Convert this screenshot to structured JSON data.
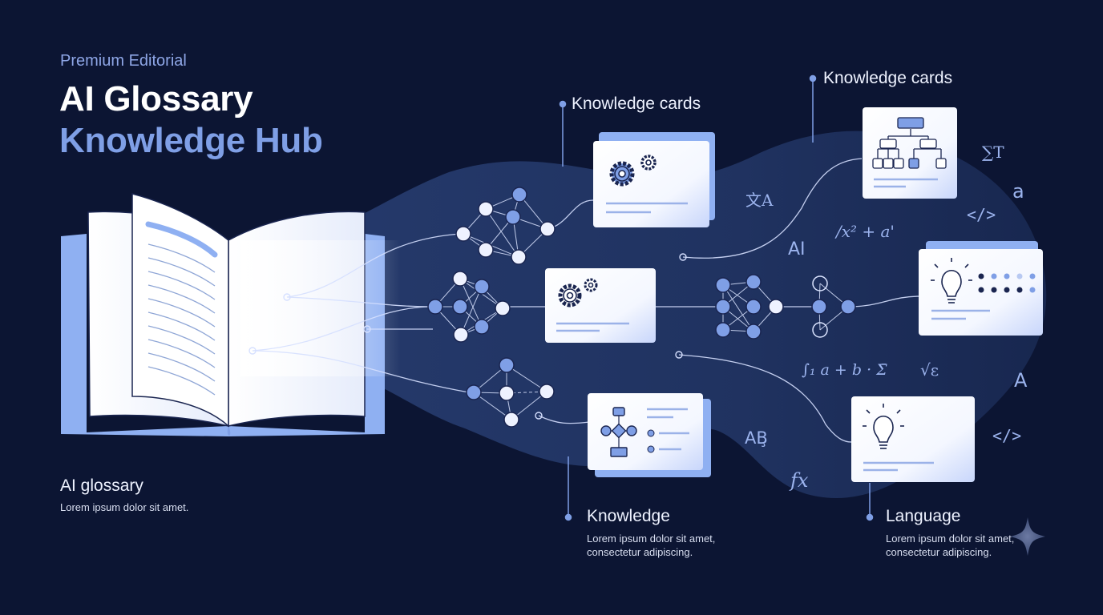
{
  "header": {
    "eyebrow": "Premium Editorial",
    "title_line1": "AI Glossary",
    "title_line2": "Knowledge Hub"
  },
  "callouts": {
    "top_center": {
      "label": "Knowledge cards"
    },
    "top_right": {
      "label": "Knowledge cards"
    },
    "bottom_left": {
      "label": "AI glossary",
      "text": "Lorem ipsum dolor sit amet."
    },
    "bottom_center": {
      "label": "Knowledge",
      "text": "Lorem ipsum dolor sit amet, consectetur adipiscing."
    },
    "bottom_right": {
      "label": "Language",
      "text": "Lorem ipsum dolor sit amet, consectetur adipiscing."
    }
  },
  "symbols": {
    "translate": "文A",
    "sigma_t": "∑T",
    "letter_a": "a",
    "code1": "</>",
    "formula1": "/x² + a'",
    "ai": "AI",
    "integral": "∫₁ a + b · Σ̄",
    "sqrt": "√ε",
    "letter_A": "A",
    "code2": "</>",
    "ab": "AB̧",
    "fx": "f𝑥"
  },
  "colors": {
    "background": "#0c1533",
    "accent": "#7f9fe6",
    "node_fill": "#7f9fe6",
    "card": "#ffffff"
  }
}
